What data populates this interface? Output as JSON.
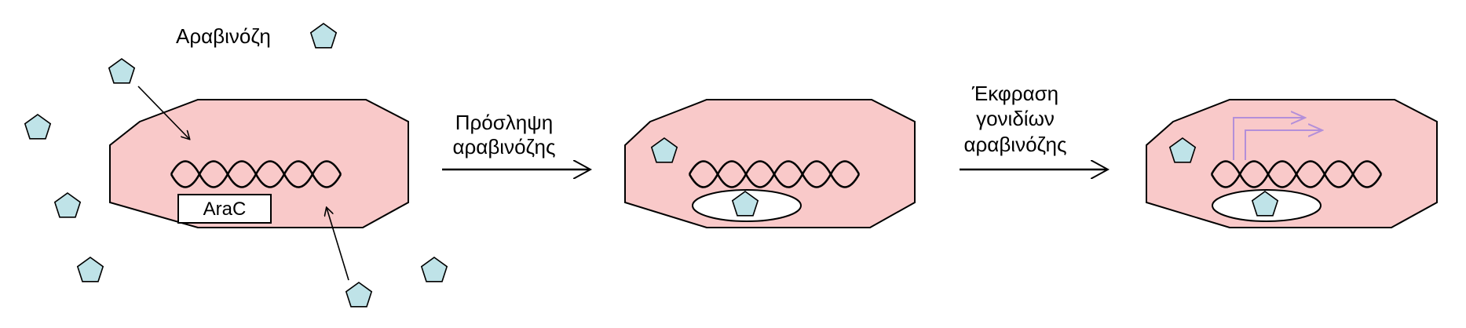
{
  "labels": {
    "arabinose": "Αραβινόζη",
    "arac": "AraC",
    "uptake_line1": "Πρόσληψη",
    "uptake_line2": "αραβινόζης",
    "expression_line1": "Έκφραση",
    "expression_line2": "γονιδίων",
    "expression_line3": "αραβινόζης"
  },
  "colors": {
    "cell_fill": "#f9c9c9",
    "sugar_fill": "#bfe3e8",
    "transcription_arrow": "#b38fd9",
    "stroke": "#000000",
    "complex_fill": "#ffffff"
  },
  "icons": {
    "sugar": "pentagon-icon",
    "dna": "double-helix-icon"
  }
}
